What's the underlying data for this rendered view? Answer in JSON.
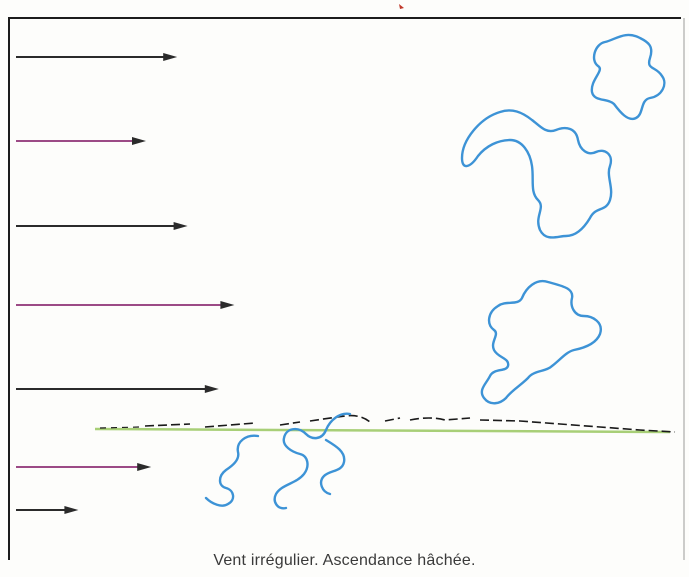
{
  "caption": "Vent irrégulier. Ascendance hâchée.",
  "wind": {
    "description_units": "relative length of wind arrows (relative strength)",
    "arrows": [
      {
        "name": "wind-arrow-1",
        "relative_length": 0.62
      },
      {
        "name": "wind-arrow-2",
        "relative_length": 0.5
      },
      {
        "name": "wind-arrow-3",
        "relative_length": 0.66
      },
      {
        "name": "wind-arrow-4",
        "relative_length": 0.84
      },
      {
        "name": "wind-arrow-5",
        "relative_length": 0.78
      },
      {
        "name": "wind-arrow-6",
        "relative_length": 0.52
      },
      {
        "name": "wind-arrow-7",
        "relative_length": 0.24
      }
    ]
  },
  "colors": {
    "frame": "#1c1c1c",
    "arrow_dark": "#2b2b2b",
    "arrow_magenta": "#9c4a86",
    "thermal": "#3d93d6",
    "slope_light": "#a8cf77",
    "slope_dark": "#1a1a1a",
    "red_mark": "#c0392b"
  }
}
